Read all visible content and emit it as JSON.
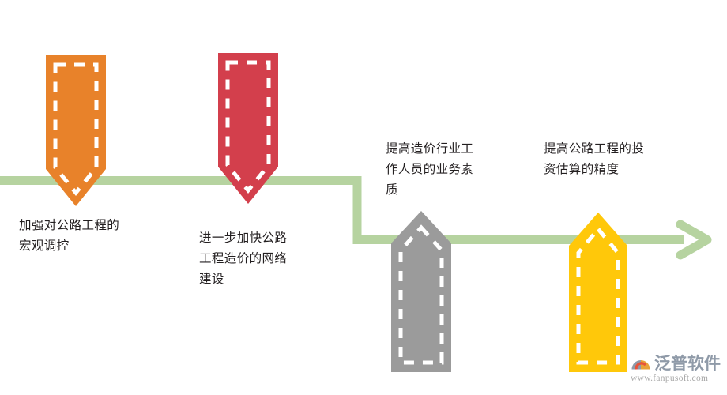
{
  "diagram": {
    "type": "timeline-arrows",
    "background": "#ffffff",
    "path_color": "#b6d3a0",
    "items": [
      {
        "id": "item-1",
        "direction": "down",
        "color": "#e8822a",
        "label": "加强对公路工程的\n宏观调控"
      },
      {
        "id": "item-2",
        "direction": "down",
        "color": "#d33f4c",
        "label": "进一步加快公路\n工程造价的网络\n建设"
      },
      {
        "id": "item-3",
        "direction": "up",
        "color": "#9b9b9b",
        "label": "提高造价行业工\n作人员的业务素\n质"
      },
      {
        "id": "item-4",
        "direction": "up",
        "color": "#ffc80a",
        "label": "提高公路工程的投\n资估算的精度"
      }
    ]
  },
  "watermark": {
    "brand": "泛普软件",
    "url": "www.fanpusoft.com",
    "mark_colors": {
      "swoosh": "#e8533a",
      "disc": "#e8a23a",
      "wedge": "#8f9aa8"
    }
  }
}
